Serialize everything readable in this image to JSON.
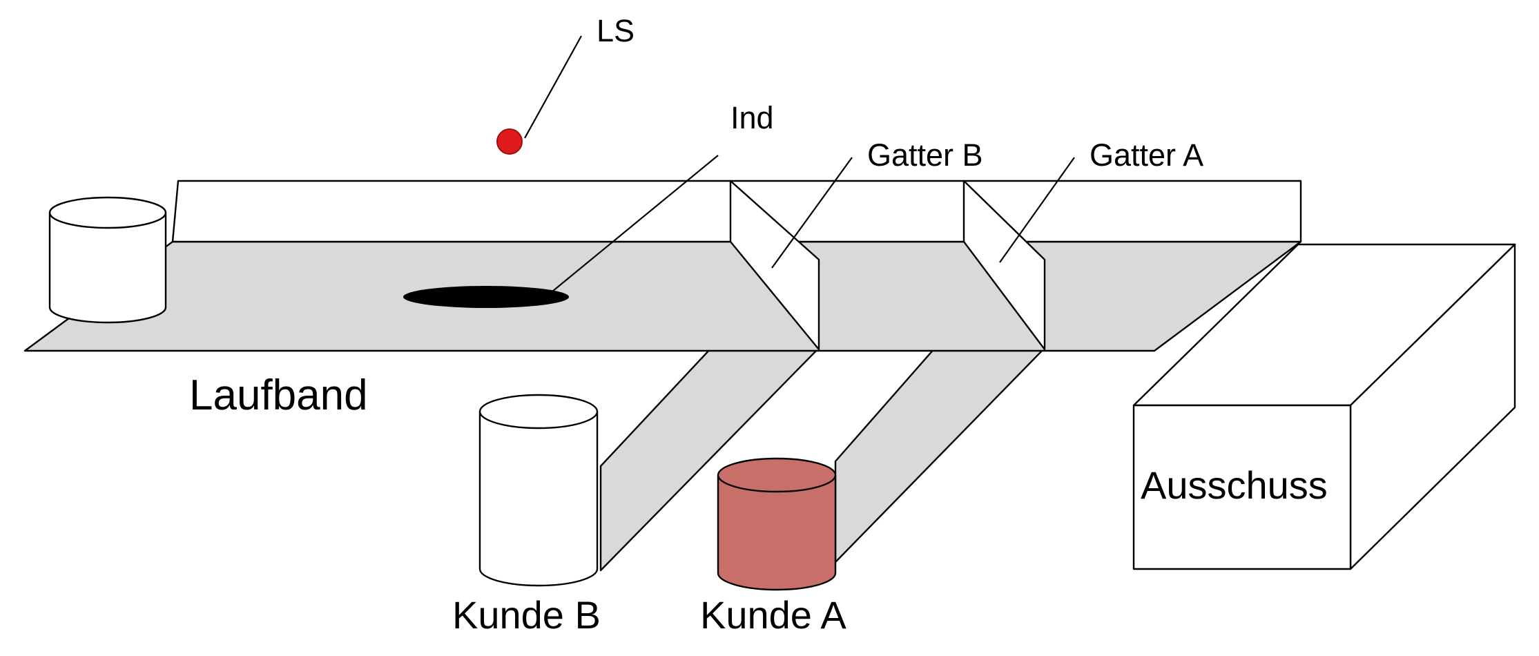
{
  "labels": {
    "ls": "LS",
    "ind": "Ind",
    "gatter_b": "Gatter B",
    "gatter_a": "Gatter A",
    "laufband": "Laufband",
    "kunde_b": "Kunde B",
    "kunde_a": "Kunde A",
    "ausschuss": "Ausschuss"
  },
  "colors": {
    "belt": "#d9d9d9",
    "sensor": "#e01b1b",
    "customer_a_bin": "#c96f6a",
    "outline": "#000000",
    "paper": "#ffffff"
  }
}
